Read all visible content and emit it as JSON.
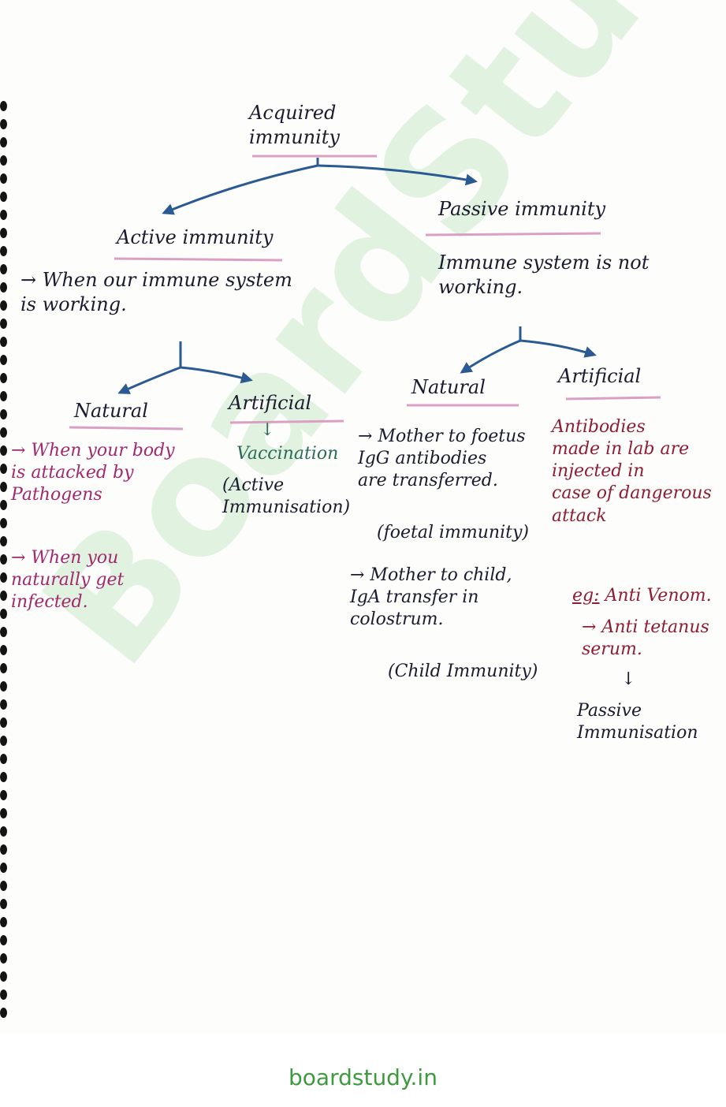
{
  "title": "Acquired\nimmunity",
  "active": {
    "heading": "Active immunity",
    "description": "→ When our immune system\nis working.",
    "natural": {
      "label": "Natural",
      "point1": "→ When your body\nis attacked by\nPathogens",
      "point2": "→ When you\nnaturally get\ninfected."
    },
    "artificial": {
      "label": "Artificial",
      "arrow": "↓",
      "method": "Vaccination",
      "note": "(Active\nImmunisation)"
    }
  },
  "passive": {
    "heading": "Passive immunity",
    "description": "Immune system is not\nworking.",
    "natural": {
      "label": "Natural",
      "point1": "→ Mother to foetus\nIgG antibodies\nare transferred.",
      "note1": "(foetal immunity)",
      "point2": "→ Mother to child,\nIgA transfer in\ncolostrum.",
      "note2": "(Child Immunity)"
    },
    "artificial": {
      "label": "Artificial",
      "description": "Antibodies\nmade in lab are\ninjected in\ncase of dangerous\nattack",
      "example_label": "eg:",
      "example": "Anti Venom.",
      "example2": "→ Anti tetanus\nserum.",
      "arrow": "↓",
      "result": "Passive\nImmunisation"
    }
  },
  "watermark": "BoardStudy",
  "footer": "boardstudy.in",
  "colors": {
    "ink": "#1b1b30",
    "pink": "#a12a6f",
    "teal": "#2c6a5a",
    "red": "#8e1e34",
    "arrow": "#2b5a92",
    "underline": "#d9a0c4",
    "watermark": "#5abe5a",
    "footer": "#3f9a3f"
  }
}
